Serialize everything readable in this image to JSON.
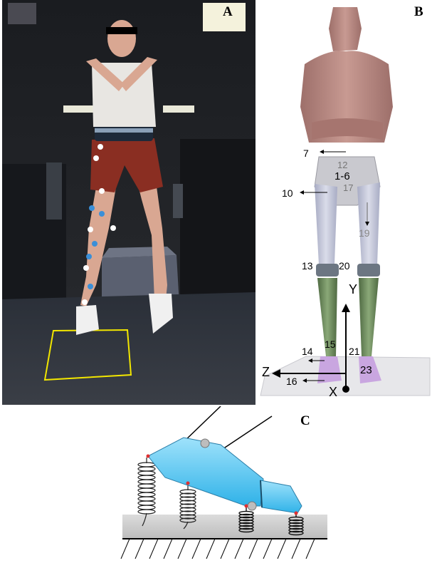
{
  "panels": {
    "a": {
      "letter": "A"
    },
    "b": {
      "letter": "B",
      "labels": {
        "l7": "7",
        "l12": "12",
        "l1_6": "1-6",
        "l17": "17",
        "l10": "10",
        "l19": "19",
        "l13": "13",
        "l20": "20",
        "l15": "15",
        "l14": "14",
        "l21": "21",
        "l23": "23",
        "l16": "16"
      },
      "axes": {
        "y": "Y",
        "z": "Z",
        "x": "X"
      }
    },
    "c": {
      "letter": "C"
    }
  },
  "colors": {
    "force_plate_outline": "#f2e600",
    "marker_blue": "#3a8fd8",
    "model_torso": "#b88a84",
    "model_thigh": "#c7cbe0",
    "model_shank": "#7a9a6a",
    "model_foot": "#c9a6e0",
    "foot_segment": "#5ec8f0",
    "joint_marker": "#e03030"
  }
}
